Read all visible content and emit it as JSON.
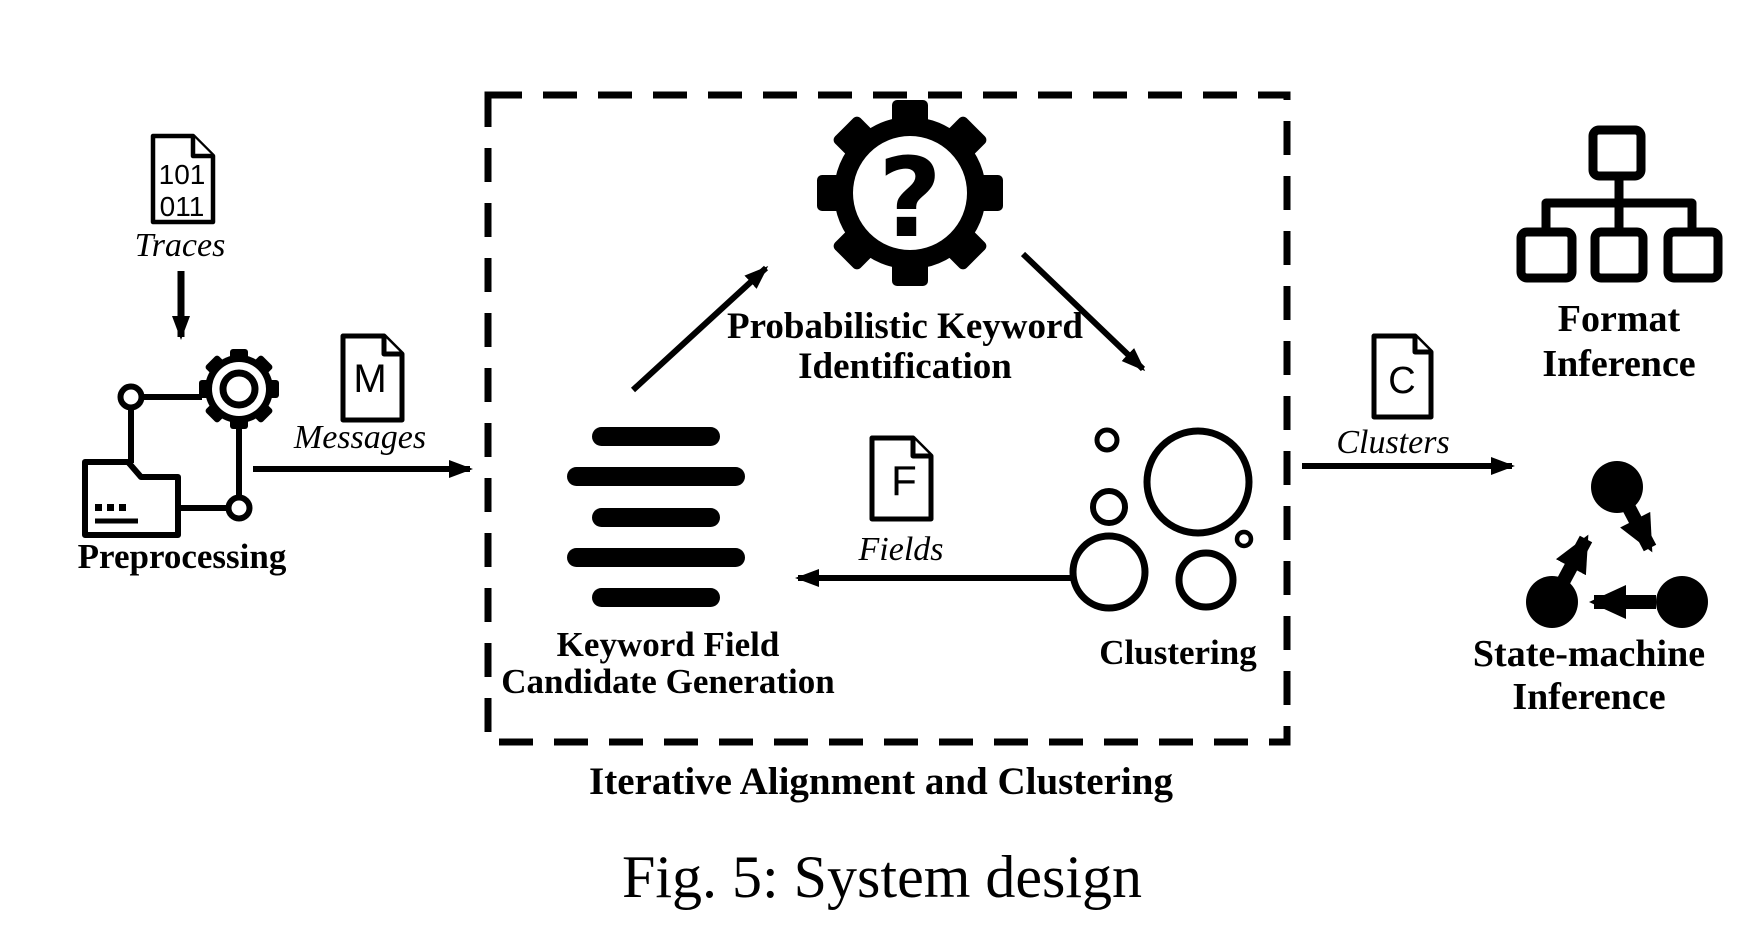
{
  "figure": {
    "caption": "Fig. 5: System design"
  },
  "colors": {
    "ink": "#000000",
    "background": "#ffffff"
  },
  "nodes": {
    "traces": {
      "label": "Traces",
      "doc_line1": "101",
      "doc_line2": "011"
    },
    "preprocessing": {
      "label": "Preprocessing"
    },
    "messages": {
      "label": "Messages",
      "doc_letter": "M"
    },
    "iterative_box": {
      "label": "Iterative Alignment and Clustering"
    },
    "probabilistic_keyword_identification": {
      "label_line1": "Probabilistic Keyword",
      "label_line2": "Identification",
      "icon_glyph": "?"
    },
    "keyword_field_candidate_generation": {
      "label_line1": "Keyword Field",
      "label_line2": "Candidate Generation"
    },
    "fields": {
      "label": "Fields",
      "doc_letter": "F"
    },
    "clustering": {
      "label": "Clustering"
    },
    "clusters": {
      "label": "Clusters",
      "doc_letter": "C"
    },
    "format_inference": {
      "label_line1": "Format",
      "label_line2": "Inference"
    },
    "state_machine_inference": {
      "label_line1": "State-machine",
      "label_line2": "Inference"
    }
  }
}
